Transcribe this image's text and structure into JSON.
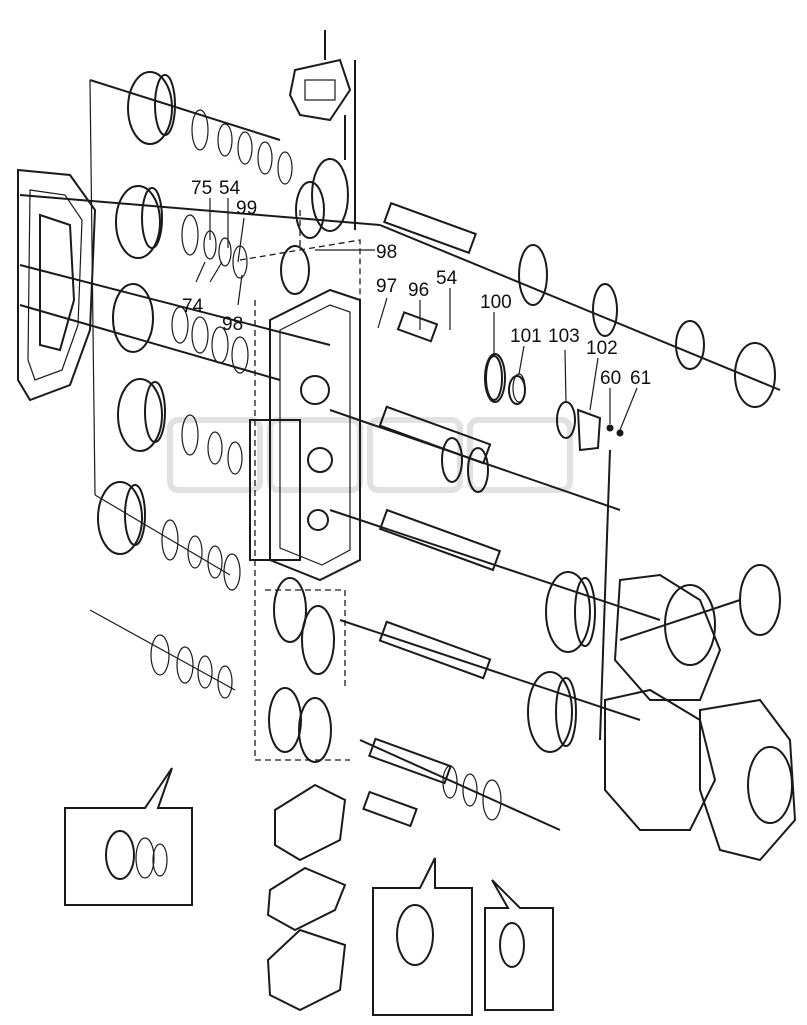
{
  "callouts": [
    {
      "id": "c75a",
      "label": "75"
    },
    {
      "id": "c54a",
      "label": "54"
    },
    {
      "id": "c99",
      "label": "99"
    },
    {
      "id": "c98a",
      "label": "98"
    },
    {
      "id": "c74",
      "label": "74"
    },
    {
      "id": "c98b",
      "label": "98"
    },
    {
      "id": "c97",
      "label": "97"
    },
    {
      "id": "c96",
      "label": "96"
    },
    {
      "id": "c54b",
      "label": "54"
    },
    {
      "id": "c100",
      "label": "100"
    },
    {
      "id": "c101",
      "label": "101"
    },
    {
      "id": "c103",
      "label": "103"
    },
    {
      "id": "c102",
      "label": "102"
    },
    {
      "id": "c60",
      "label": "60"
    },
    {
      "id": "c61",
      "label": "61"
    }
  ]
}
